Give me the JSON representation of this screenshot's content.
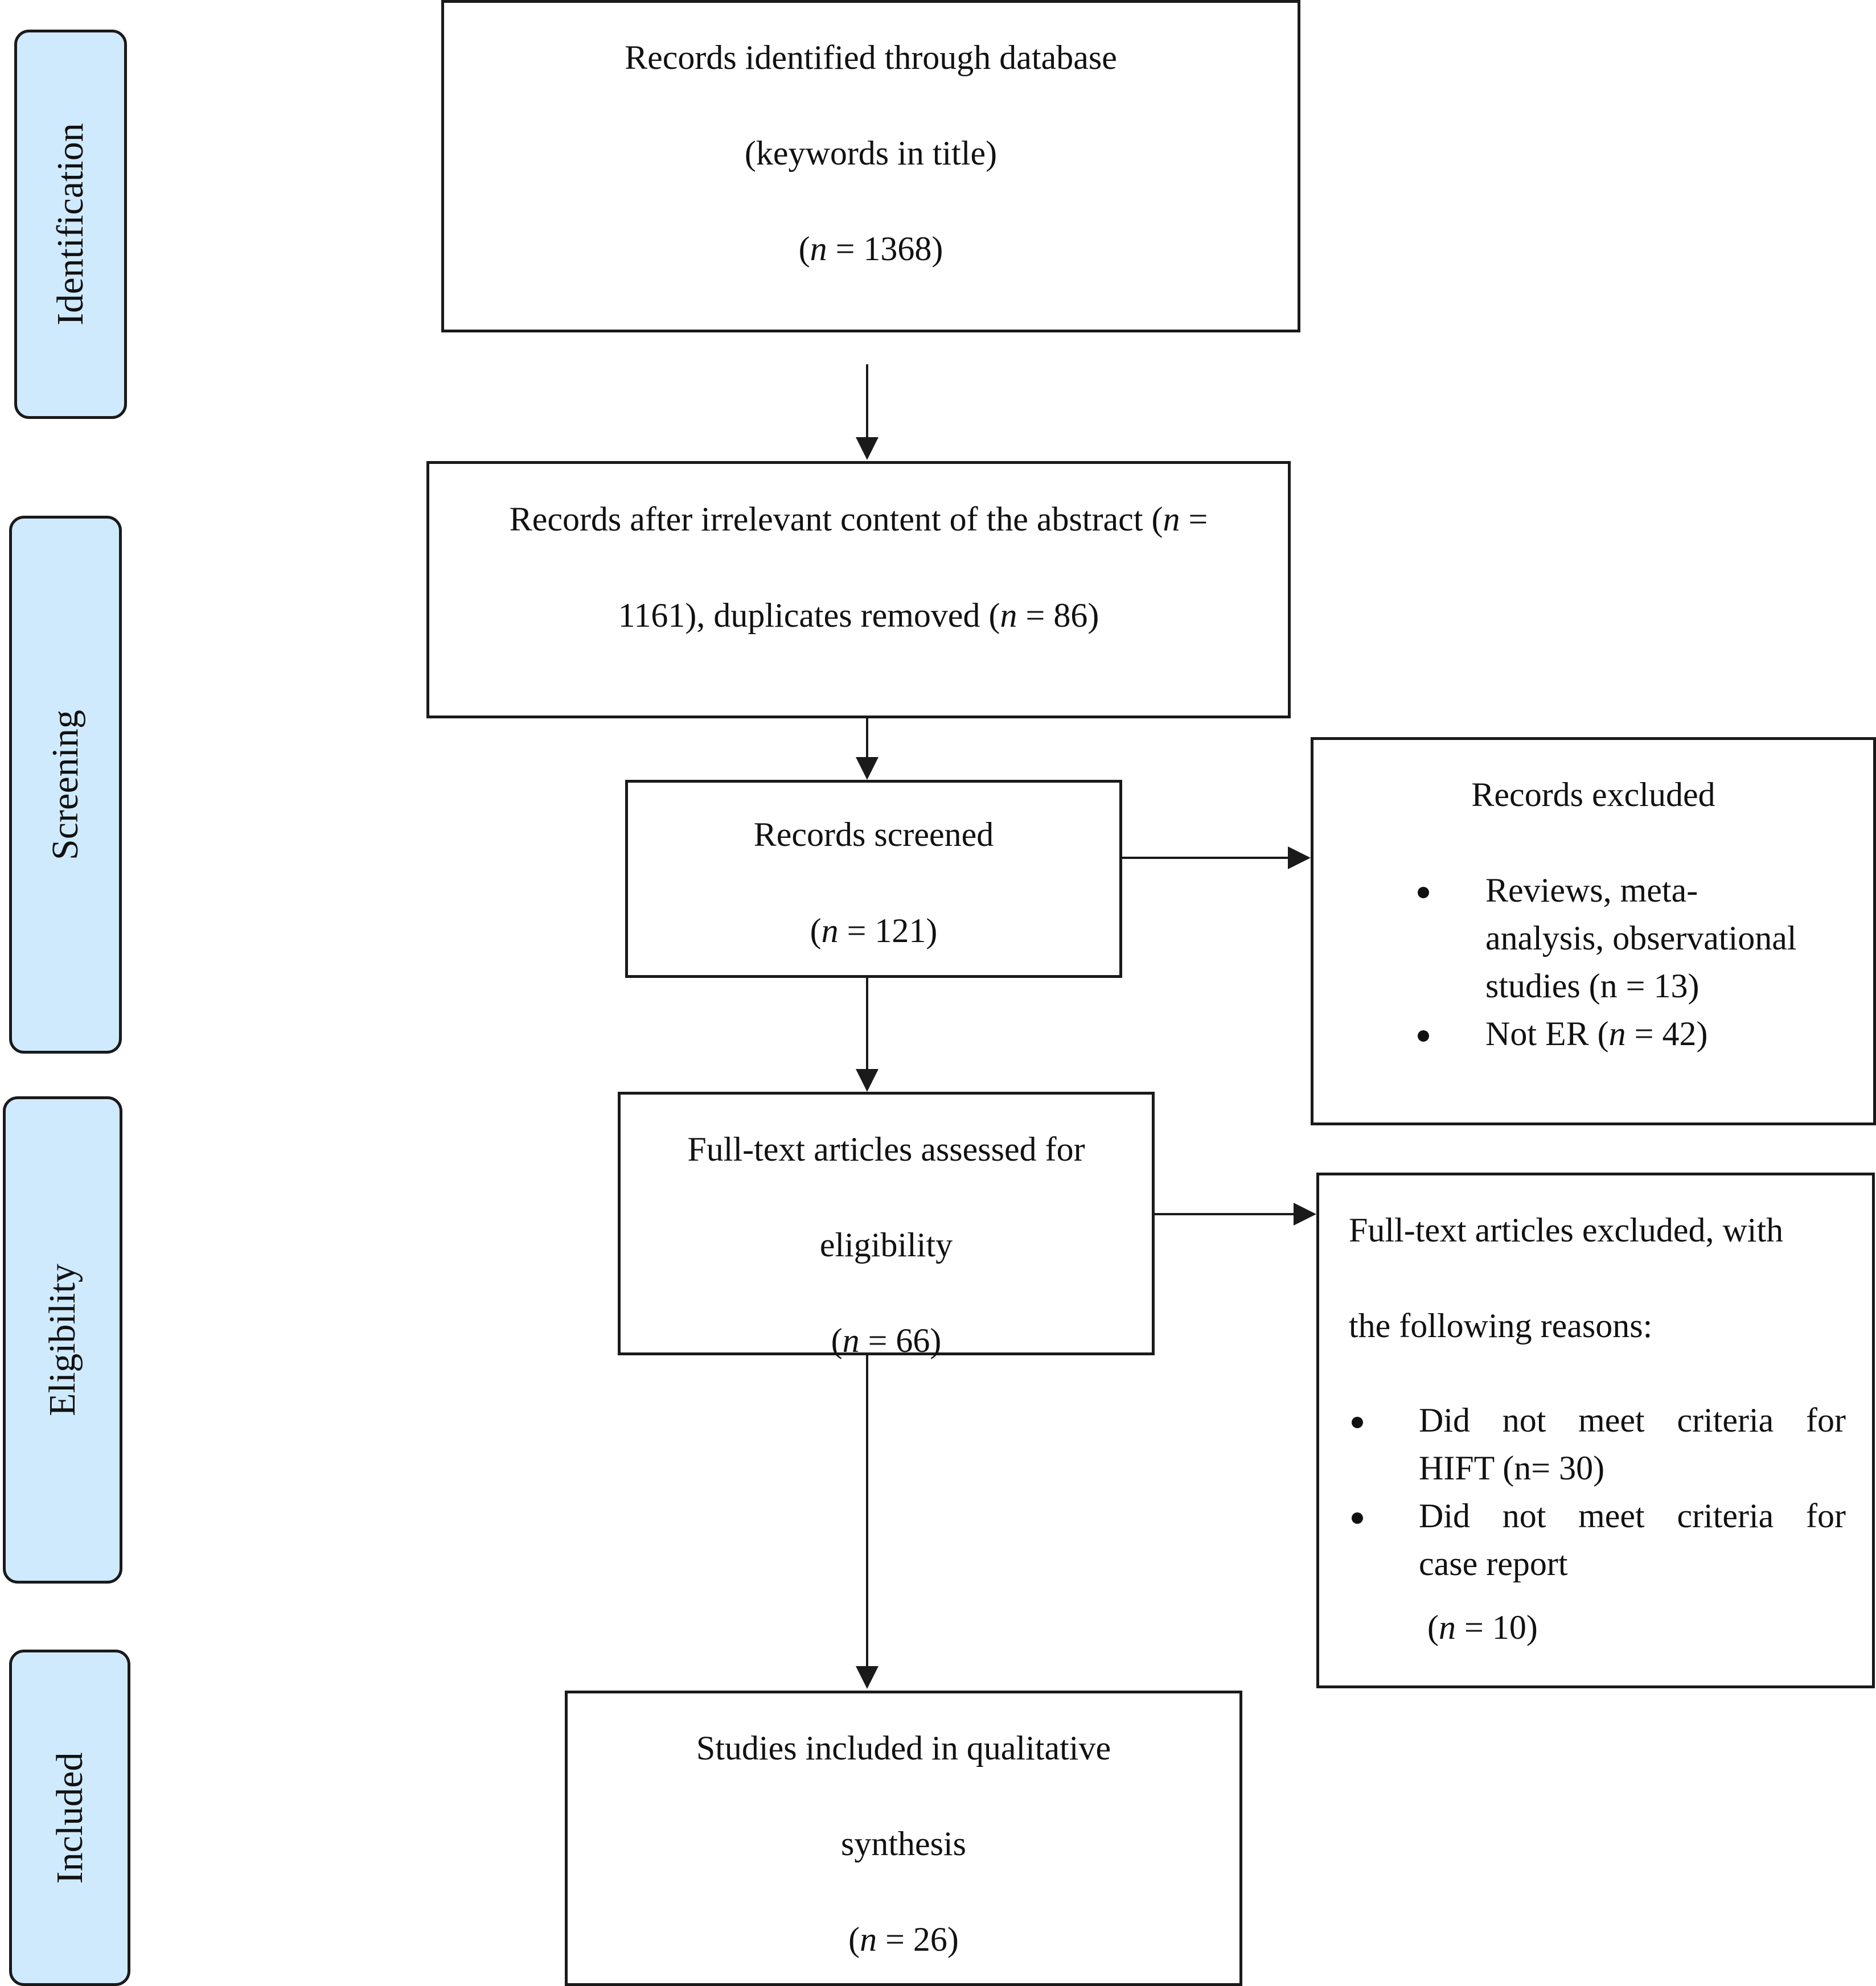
{
  "stages": {
    "identification": "Identification",
    "screening": "Screening",
    "eligibility": "Eligibility",
    "included": "Included"
  },
  "boxes": {
    "records_identified": {
      "line1": "Records identified through database",
      "line2": "(keywords in title)",
      "count_n": "n",
      "count_rest": " = 1368)"
    },
    "records_after": {
      "line1_pre": "Records after irrelevant content of the abstract (",
      "line1_n": "n",
      "line1_post": " =",
      "line2_pre": "1161), duplicates removed (",
      "line2_n": "n",
      "line2_post": " = 86)"
    },
    "records_screened": {
      "line1": "Records screened",
      "count_n": "n",
      "count_rest": " = 121)"
    },
    "records_excluded": {
      "title": "Records excluded",
      "bullet1_line1": "Reviews, meta-",
      "bullet1_line2": "analysis, observational",
      "bullet1_line3": "studies (n = 13)",
      "bullet2_pre": "Not ER (",
      "bullet2_n": "n",
      "bullet2_post": " = 42)"
    },
    "full_text_assessed": {
      "line1": "Full-text articles assessed for",
      "line2": "eligibility",
      "count_n": "n",
      "count_rest": " = 66)"
    },
    "full_text_excluded": {
      "line1": "Full-text articles excluded, with",
      "line2": "the following reasons:",
      "bullet1_line1": "Did not meet criteria for",
      "bullet1_line2": "HIFT (n= 30)",
      "bullet2_line1": "Did not meet criteria for",
      "bullet2_line2": "case report",
      "count_n": "n",
      "count_rest": " = 10)"
    },
    "studies_included": {
      "line1": "Studies included in qualitative",
      "line2": "synthesis",
      "count_n": "n",
      "count_rest": " = 26)"
    }
  }
}
